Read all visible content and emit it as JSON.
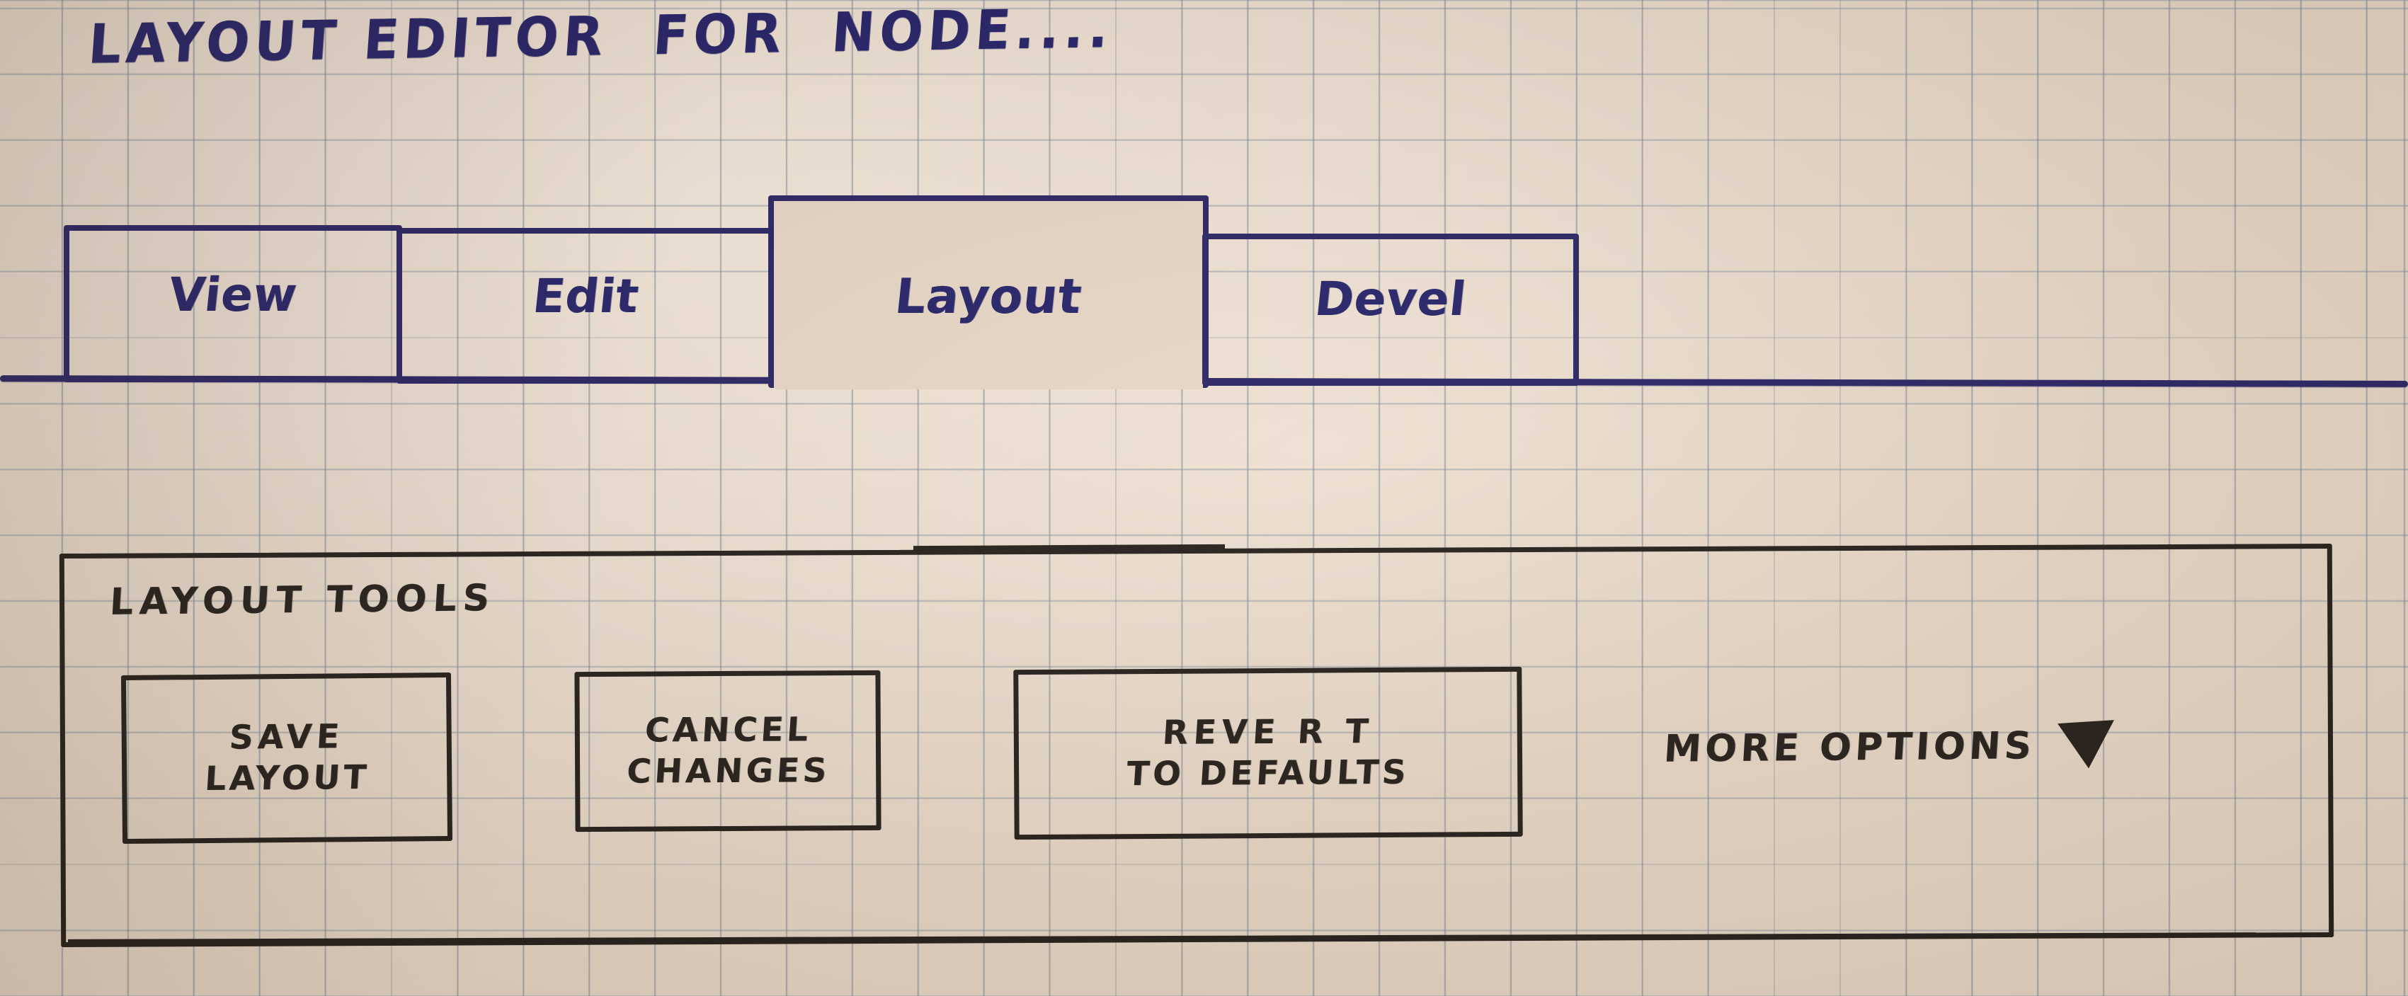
{
  "page": {
    "title": "LAYOUT EDITOR  FOR  NODE....",
    "ink_blue": "#242168",
    "ink_black": "#241d18",
    "paper": "#e7d7c6"
  },
  "tabbar": {
    "tabs": [
      {
        "label": "View",
        "active": false
      },
      {
        "label": "Edit",
        "active": false
      },
      {
        "label": "Layout",
        "active": true
      },
      {
        "label": "Devel",
        "active": false
      }
    ]
  },
  "panel": {
    "title": "LAYOUT TOOLS",
    "buttons": [
      {
        "line1": "SAVE",
        "line2": "LAYOUT"
      },
      {
        "line1": "CANCEL",
        "line2": "CHANGES"
      },
      {
        "line1": "REVE R T",
        "line2": "TO DEFAULTS"
      }
    ],
    "more_options": {
      "label": "MORE OPTIONS",
      "caret": "caret-down-icon"
    }
  }
}
